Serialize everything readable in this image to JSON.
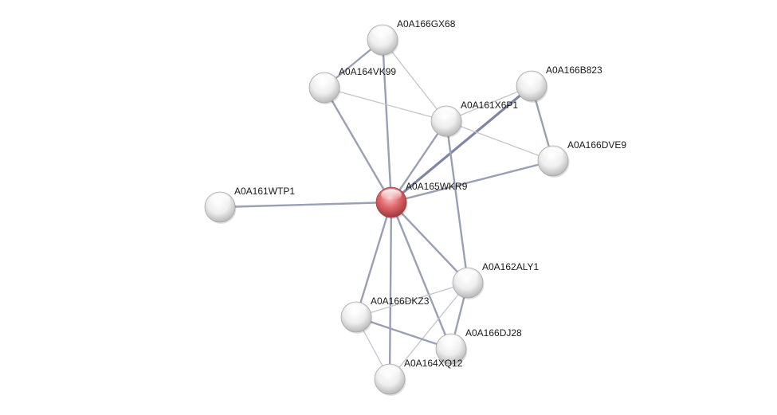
{
  "network": {
    "nodes": [
      {
        "id": "A0A165WKR9",
        "label": "A0A165WKR9",
        "query": true
      },
      {
        "id": "A0A166GX68",
        "label": "A0A166GX68",
        "query": false
      },
      {
        "id": "A0A164VK99",
        "label": "A0A164VK99",
        "query": false
      },
      {
        "id": "A0A161X6P1",
        "label": "A0A161X6P1",
        "query": false
      },
      {
        "id": "A0A166B823",
        "label": "A0A166B823",
        "query": false
      },
      {
        "id": "A0A166DVE9",
        "label": "A0A166DVE9",
        "query": false
      },
      {
        "id": "A0A161WTP1",
        "label": "A0A161WTP1",
        "query": false
      },
      {
        "id": "A0A162ALY1",
        "label": "A0A162ALY1",
        "query": false
      },
      {
        "id": "A0A166DKZ3",
        "label": "A0A166DKZ3",
        "query": false
      },
      {
        "id": "A0A166DJ28",
        "label": "A0A166DJ28",
        "query": false
      },
      {
        "id": "A0A164XQ12",
        "label": "A0A164XQ12",
        "query": false
      }
    ],
    "edges": [
      {
        "source": "A0A165WKR9",
        "target": "A0A166GX68",
        "strength": "medium"
      },
      {
        "source": "A0A165WKR9",
        "target": "A0A164VK99",
        "strength": "medium"
      },
      {
        "source": "A0A165WKR9",
        "target": "A0A161X6P1",
        "strength": "medium"
      },
      {
        "source": "A0A165WKR9",
        "target": "A0A166B823",
        "strength": "strong"
      },
      {
        "source": "A0A165WKR9",
        "target": "A0A166DVE9",
        "strength": "medium"
      },
      {
        "source": "A0A165WKR9",
        "target": "A0A161WTP1",
        "strength": "medium"
      },
      {
        "source": "A0A165WKR9",
        "target": "A0A162ALY1",
        "strength": "medium"
      },
      {
        "source": "A0A165WKR9",
        "target": "A0A166DKZ3",
        "strength": "medium"
      },
      {
        "source": "A0A165WKR9",
        "target": "A0A166DJ28",
        "strength": "medium"
      },
      {
        "source": "A0A165WKR9",
        "target": "A0A164XQ12",
        "strength": "medium"
      },
      {
        "source": "A0A166GX68",
        "target": "A0A164VK99",
        "strength": "medium"
      },
      {
        "source": "A0A166GX68",
        "target": "A0A161X6P1",
        "strength": "weak"
      },
      {
        "source": "A0A164VK99",
        "target": "A0A161X6P1",
        "strength": "weak"
      },
      {
        "source": "A0A161X6P1",
        "target": "A0A166B823",
        "strength": "weak"
      },
      {
        "source": "A0A161X6P1",
        "target": "A0A166DVE9",
        "strength": "weak"
      },
      {
        "source": "A0A161X6P1",
        "target": "A0A162ALY1",
        "strength": "medium"
      },
      {
        "source": "A0A166B823",
        "target": "A0A166DVE9",
        "strength": "medium"
      },
      {
        "source": "A0A162ALY1",
        "target": "A0A166DKZ3",
        "strength": "weak"
      },
      {
        "source": "A0A162ALY1",
        "target": "A0A166DJ28",
        "strength": "medium"
      },
      {
        "source": "A0A162ALY1",
        "target": "A0A164XQ12",
        "strength": "weak"
      },
      {
        "source": "A0A166DKZ3",
        "target": "A0A166DJ28",
        "strength": "medium"
      },
      {
        "source": "A0A166DKZ3",
        "target": "A0A164XQ12",
        "strength": "weak"
      }
    ]
  },
  "colors": {
    "query_node": "#e0676b",
    "other_node": "#e8e8e8",
    "edge_strong": "#7f86a3",
    "edge_medium": "#9aa0b4",
    "edge_weak": "#c2c5cf"
  }
}
